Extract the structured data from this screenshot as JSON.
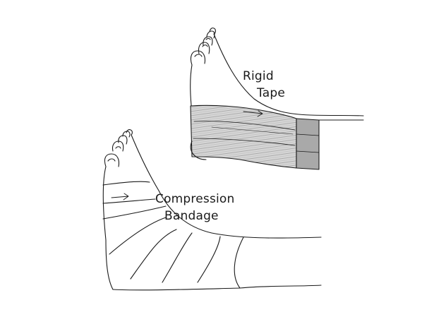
{
  "labels": {
    "rigid_tape_line1": "Rigid",
    "rigid_tape_line2": "Tape",
    "compression_line1": "Compression",
    "compression_line2": "Bandage"
  },
  "colors": {
    "ink": "#1a1a1a",
    "tape_fill": "#d9d9d9",
    "tape_end_fill": "#a9a9a9",
    "background": "#ffffff"
  }
}
